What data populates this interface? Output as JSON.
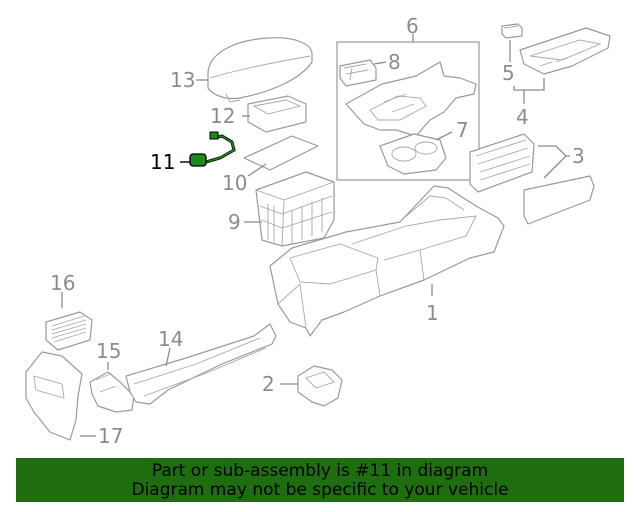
{
  "callouts": {
    "c1": "1",
    "c2": "2",
    "c3": "3",
    "c4": "4",
    "c5": "5",
    "c6": "6",
    "c7": "7",
    "c8": "8",
    "c9": "9",
    "c10": "10",
    "c11": "11",
    "c12": "12",
    "c13": "13",
    "c14": "14",
    "c15": "15",
    "c16": "16",
    "c17": "17"
  },
  "highlighted_part": "11",
  "colors": {
    "banner": "#1e6e0f",
    "highlight": "#1a8a1a",
    "line": "#9a9a9a"
  },
  "banner": {
    "line1": "Part or sub-assembly is #11 in diagram",
    "line2": "Diagram may not be specific to your vehicle"
  }
}
